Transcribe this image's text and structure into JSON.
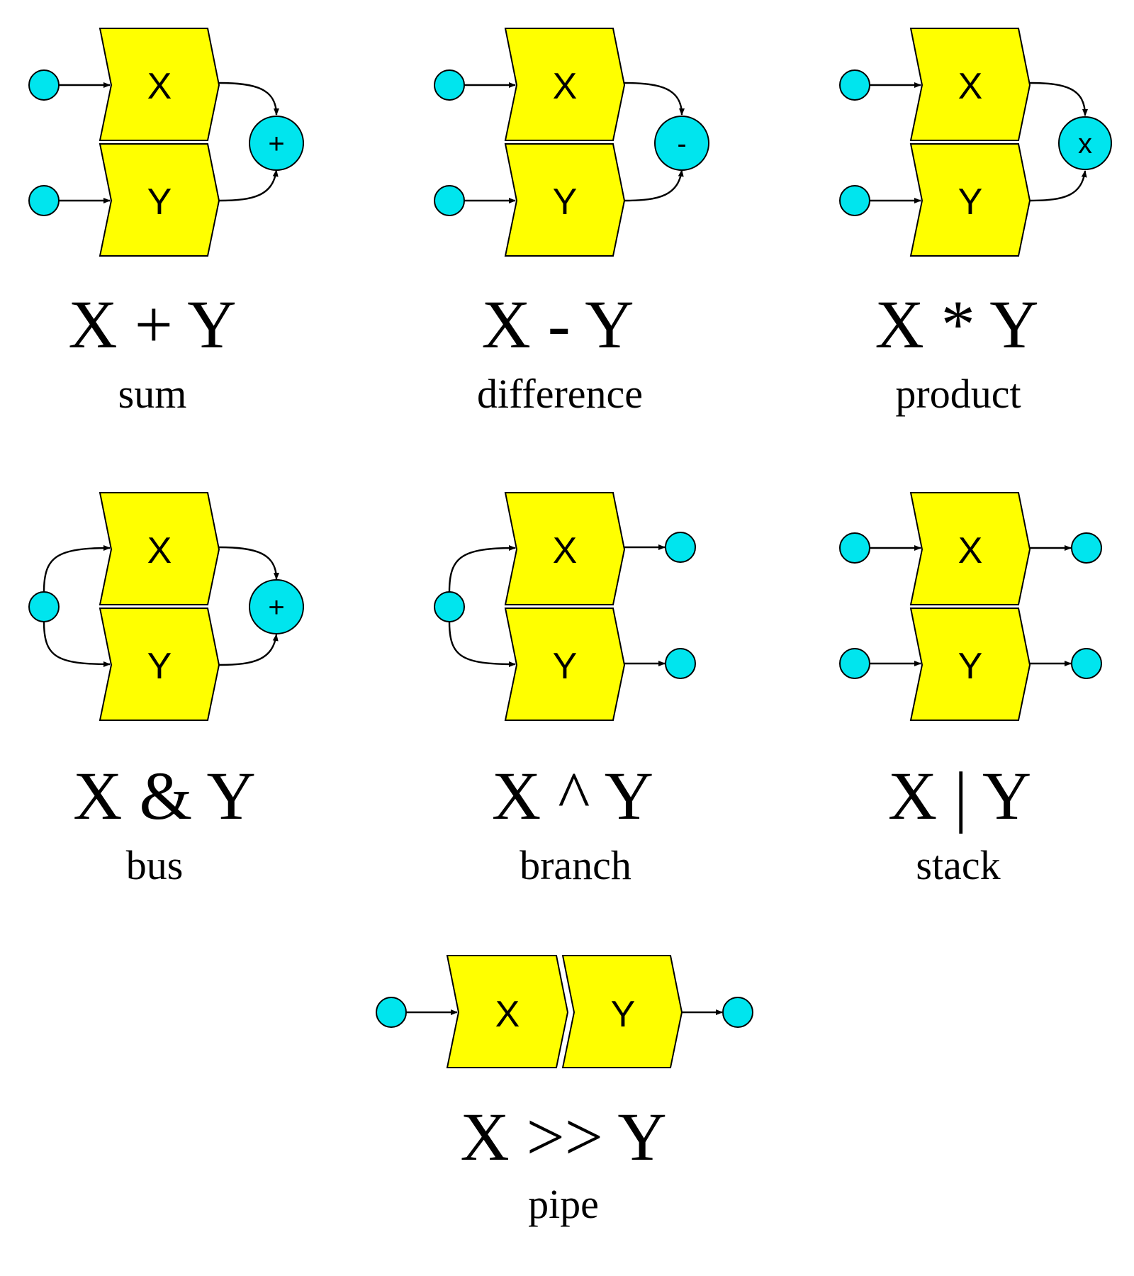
{
  "colors": {
    "box": "#ffff00",
    "node": "#00e5ee",
    "line": "#000000"
  },
  "panels": [
    {
      "id": "sum",
      "expression": "X + Y",
      "name": "sum",
      "blocks": [
        "X",
        "Y"
      ],
      "operator": "+"
    },
    {
      "id": "difference",
      "expression": "X - Y",
      "name": "difference",
      "blocks": [
        "X",
        "Y"
      ],
      "operator": "-"
    },
    {
      "id": "product",
      "expression": "X * Y",
      "name": "product",
      "blocks": [
        "X",
        "Y"
      ],
      "operator": "x"
    },
    {
      "id": "bus",
      "expression": "X & Y",
      "name": "bus",
      "blocks": [
        "X",
        "Y"
      ],
      "operator": "+"
    },
    {
      "id": "branch",
      "expression": "X ^ Y",
      "name": "branch",
      "blocks": [
        "X",
        "Y"
      ]
    },
    {
      "id": "stack",
      "expression": "X | Y",
      "name": "stack",
      "blocks": [
        "X",
        "Y"
      ]
    },
    {
      "id": "pipe",
      "expression": "X >> Y",
      "name": "pipe",
      "blocks": [
        "X",
        "Y"
      ]
    }
  ]
}
